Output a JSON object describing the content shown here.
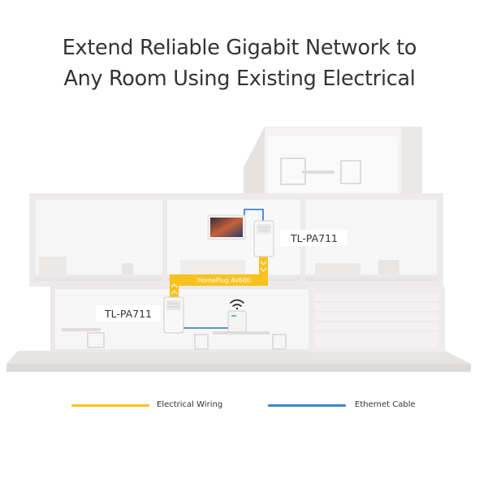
{
  "headline": {
    "line1": "Extend Reliable Gigabit Network to",
    "line2": "Any Room Using Existing Electrical"
  },
  "devices": {
    "adapter_upper_label": "TL-PA711",
    "adapter_lower_label": "TL-PA711",
    "link_label": "HomePlug AV600"
  },
  "legend": {
    "electrical_label": "Electrical Wiring",
    "ethernet_label": "Ethernet Cable"
  },
  "colors": {
    "electrical": "#f7c21f",
    "ethernet": "#3f86c9",
    "text": "#333333"
  },
  "icons": [
    "wifi-icon",
    "tv-icon",
    "powerline-adapter-icon",
    "router-icon"
  ]
}
